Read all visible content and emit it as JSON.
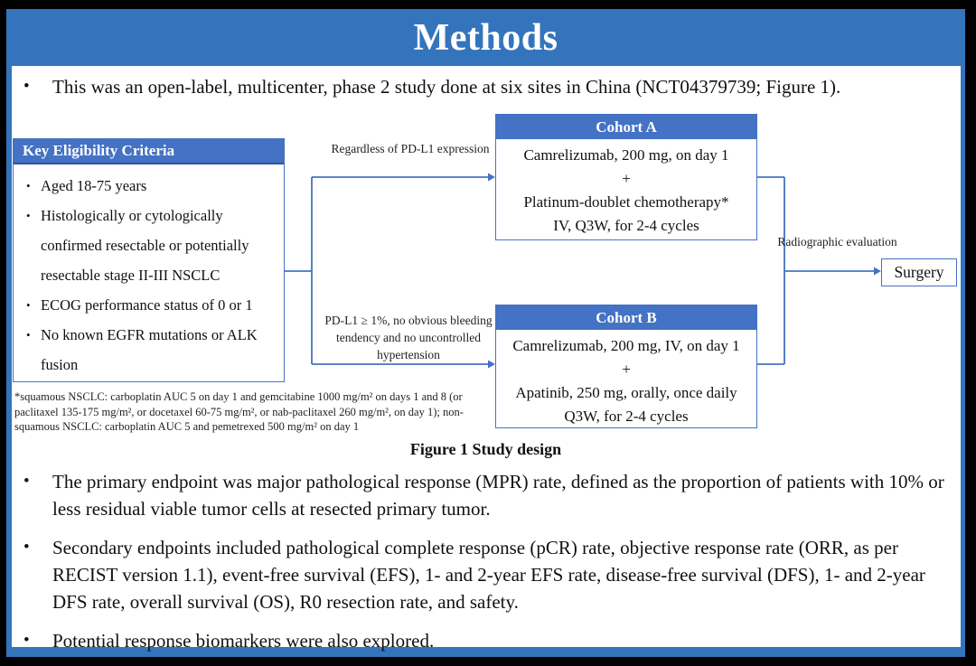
{
  "slide": {
    "title": "Methods"
  },
  "colors": {
    "band_blue": "#3474BC",
    "accent_blue": "#4472C4",
    "header_underline": "#2F5597"
  },
  "marker": "•",
  "intro": {
    "text": "This was an open-label, multicenter, phase 2 study done at six sites in China (NCT04379739; Figure 1)."
  },
  "figure": {
    "eligibility": {
      "title": "Key Eligibility Criteria",
      "items": [
        "Aged 18-75 years",
        "Histologically or cytologically confirmed resectable or potentially resectable stage II-III NSCLC",
        "ECOG performance status of 0 or 1",
        "No known EGFR mutations or ALK fusion"
      ]
    },
    "branch_top_label": "Regardless of PD-L1 expression",
    "branch_bottom_label": "PD-L1 ≥ 1%, no obvious bleeding tendency and no uncontrolled hypertension",
    "cohort_a": {
      "title": "Cohort A",
      "lines": [
        "Camrelizumab, 200 mg, on day 1",
        "+",
        "Platinum-doublet chemotherapy*",
        "IV, Q3W, for 2-4 cycles"
      ]
    },
    "cohort_b": {
      "title": "Cohort B",
      "lines": [
        "Camrelizumab, 200 mg, IV, on day 1",
        "+",
        "Apatinib, 250 mg, orally, once daily",
        "Q3W, for 2-4 cycles"
      ]
    },
    "evaluation_label": "Radiographic evaluation",
    "surgery_label": "Surgery",
    "footnote": "*squamous NSCLC: carboplatin AUC 5 on day 1 and gemcitabine 1000 mg/m² on days 1 and 8 (or paclitaxel 135-175 mg/m², or docetaxel 60-75 mg/m², or nab-paclitaxel 260 mg/m², on day 1); non-squamous NSCLC: carboplatin AUC 5 and pemetrexed 500 mg/m² on day 1",
    "caption": "Figure 1 Study design"
  },
  "bullets": [
    "The primary endpoint was major pathological response (MPR) rate, defined as the proportion of patients with 10% or less residual viable tumor cells at resected primary tumor.",
    "Secondary endpoints included pathological complete response (pCR) rate, objective response rate (ORR, as per RECIST version 1.1), event-free survival (EFS), 1- and 2-year EFS rate, disease-free survival (DFS), 1- and 2-year DFS rate, overall survival (OS), R0 resection rate, and safety.",
    "Potential response biomarkers were also explored."
  ]
}
